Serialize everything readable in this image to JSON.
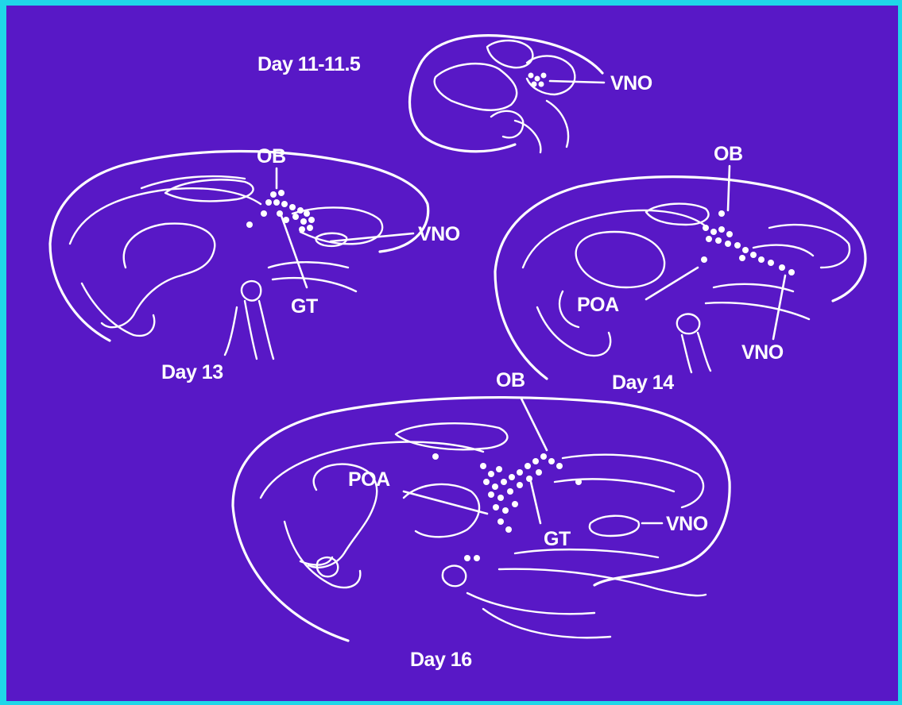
{
  "panels": [
    {
      "day": "Day 11-11.5",
      "labels": {
        "vno": "VNO"
      }
    },
    {
      "day": "Day 13",
      "labels": {
        "ob": "OB",
        "vno": "VNO",
        "gt": "GT"
      }
    },
    {
      "day": "Day 14",
      "labels": {
        "ob": "OB",
        "poa": "POA",
        "vno": "VNO"
      }
    },
    {
      "day": "Day 16",
      "labels": {
        "ob": "OB",
        "poa": "POA",
        "gt": "GT",
        "vno": "VNO"
      }
    }
  ],
  "colors": {
    "background": "#5818c6",
    "border": "#1fd6e8",
    "drawing": "#ffffff"
  }
}
